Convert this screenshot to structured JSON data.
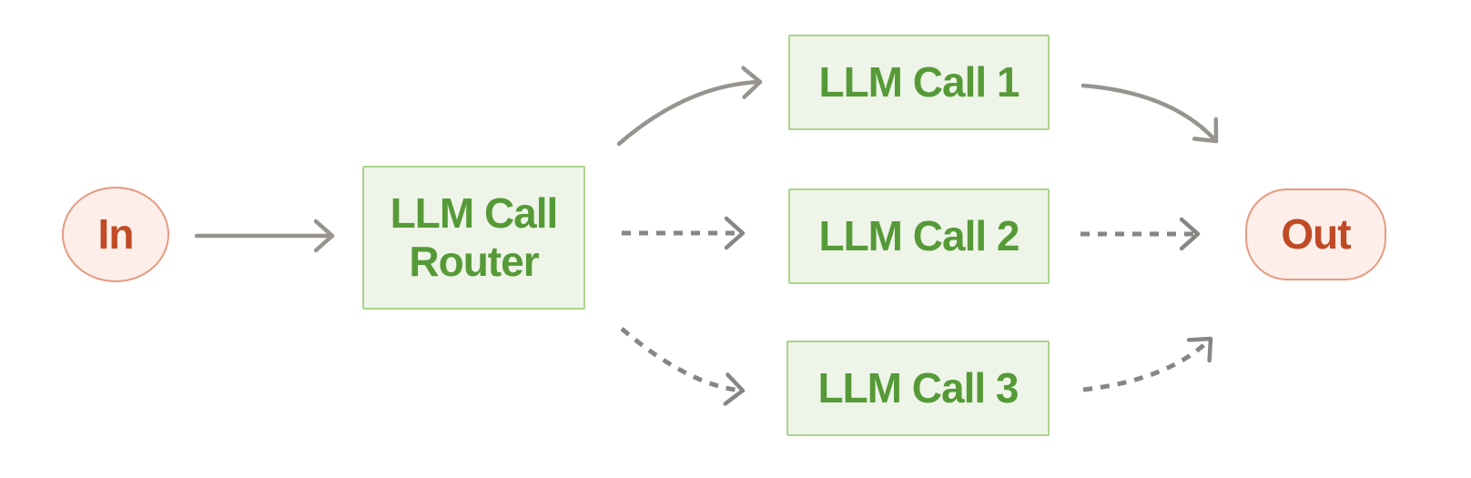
{
  "diagram": {
    "type": "workflow-routing",
    "nodes": [
      {
        "id": "in",
        "label": "In",
        "shape": "circle",
        "role": "input"
      },
      {
        "id": "router",
        "label": "LLM Call Router",
        "shape": "rectangle",
        "role": "router"
      },
      {
        "id": "call1",
        "label": "LLM Call 1",
        "shape": "rectangle",
        "role": "llm-call"
      },
      {
        "id": "call2",
        "label": "LLM Call 2",
        "shape": "rectangle",
        "role": "llm-call"
      },
      {
        "id": "call3",
        "label": "LLM Call 3",
        "shape": "rectangle",
        "role": "llm-call"
      },
      {
        "id": "out",
        "label": "Out",
        "shape": "pill",
        "role": "output"
      }
    ],
    "edges": [
      {
        "from": "in",
        "to": "router",
        "style": "solid"
      },
      {
        "from": "router",
        "to": "call1",
        "style": "solid"
      },
      {
        "from": "router",
        "to": "call2",
        "style": "dashed"
      },
      {
        "from": "router",
        "to": "call3",
        "style": "dashed"
      },
      {
        "from": "call1",
        "to": "out",
        "style": "solid"
      },
      {
        "from": "call2",
        "to": "out",
        "style": "dashed"
      },
      {
        "from": "call3",
        "to": "out",
        "style": "dashed"
      }
    ],
    "colors": {
      "background": "#FFFFFF",
      "process_fill": "#EEF5E8",
      "process_border": "#ABD48C",
      "process_text": "#569A38",
      "terminal_fill": "#FDEEEA",
      "terminal_border": "#E69A7E",
      "terminal_text": "#BF4A23",
      "arrow_solid": "#97948F",
      "arrow_dashed": "#868683"
    }
  }
}
